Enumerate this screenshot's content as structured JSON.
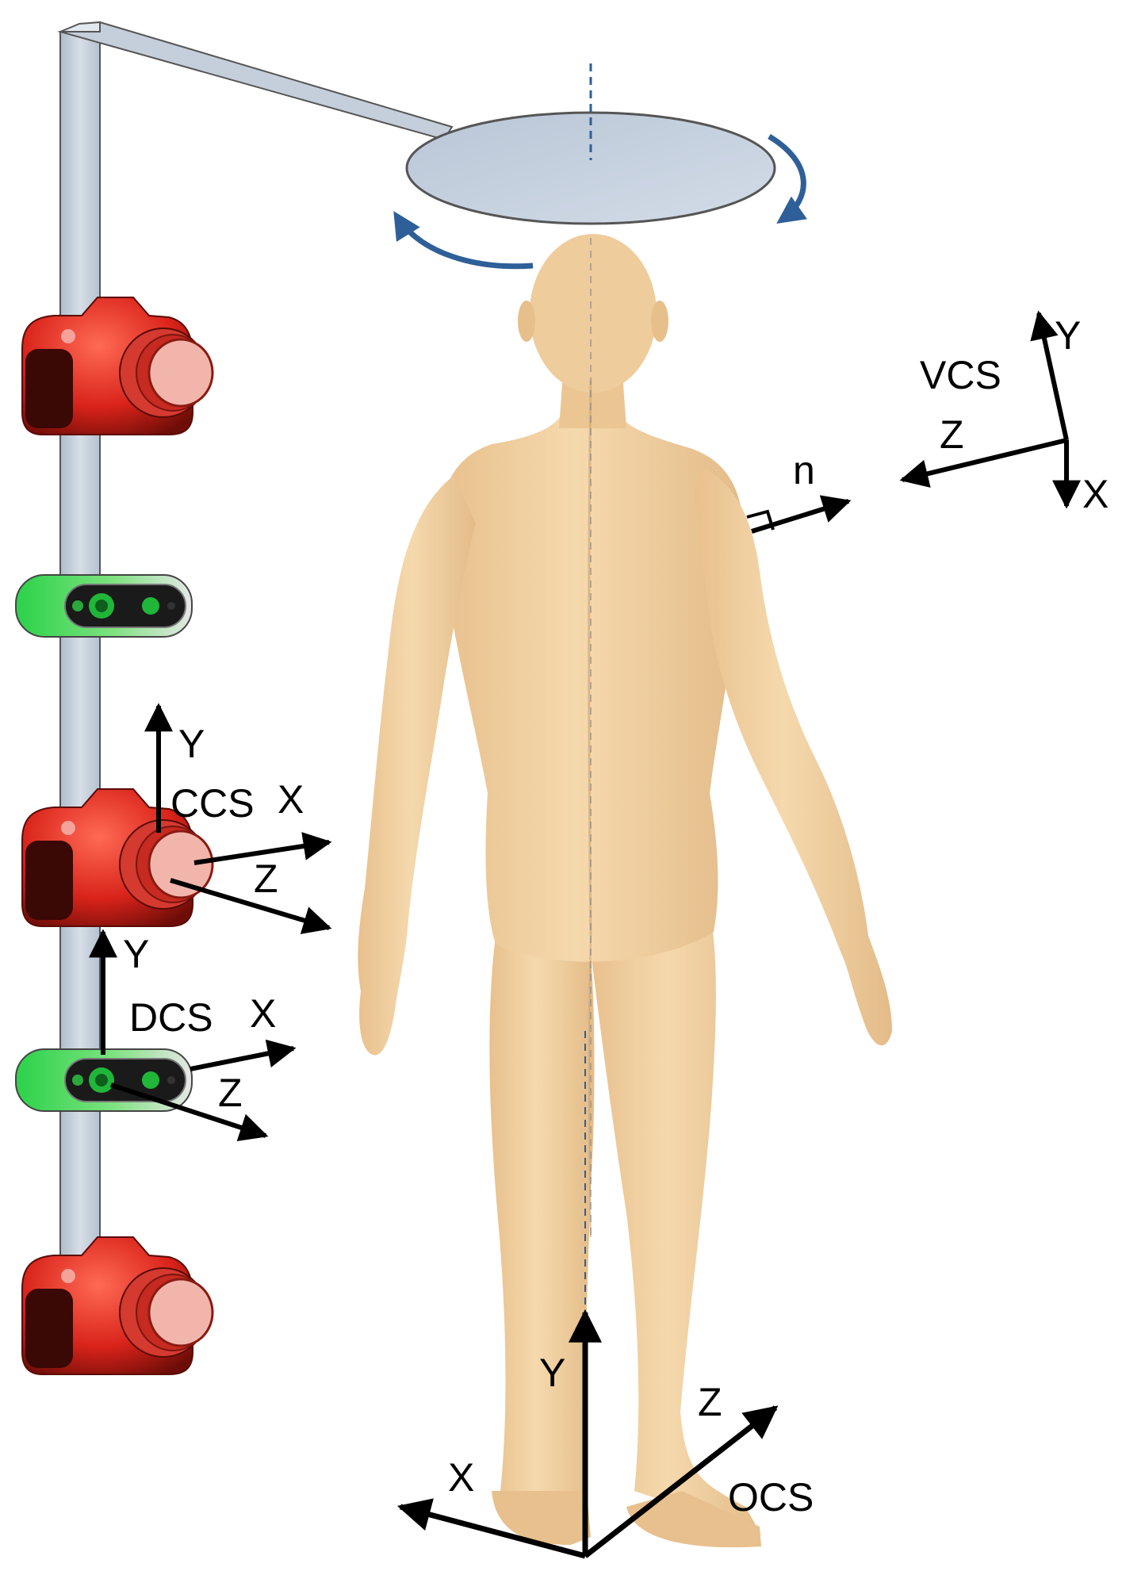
{
  "diagram": {
    "coordinate_systems": {
      "vcs": {
        "name": "VCS",
        "axes": {
          "x": "X",
          "y": "Y",
          "z": "Z"
        }
      },
      "ccs": {
        "name": "CCS",
        "axes": {
          "x": "X",
          "y": "Y",
          "z": "Z"
        }
      },
      "dcs": {
        "name": "DCS",
        "axes": {
          "x": "X",
          "y": "Y",
          "z": "Z"
        }
      },
      "ocs": {
        "name": "OCS",
        "axes": {
          "x": "X",
          "y": "Y",
          "z": "Z"
        }
      }
    },
    "normal_label": "n"
  },
  "colors": {
    "pole": "#c5cfdb",
    "turntable": "#c6d2e0",
    "rotation_arrow": "#2e5f98",
    "camera_body": "#e0291f",
    "depth_sensor": "#3fcf55",
    "skin": "#f1d3a3",
    "axis": "#000000"
  },
  "icons": [
    "camera-icon",
    "depth-sensor-icon",
    "rotation-arrow-icon"
  ]
}
